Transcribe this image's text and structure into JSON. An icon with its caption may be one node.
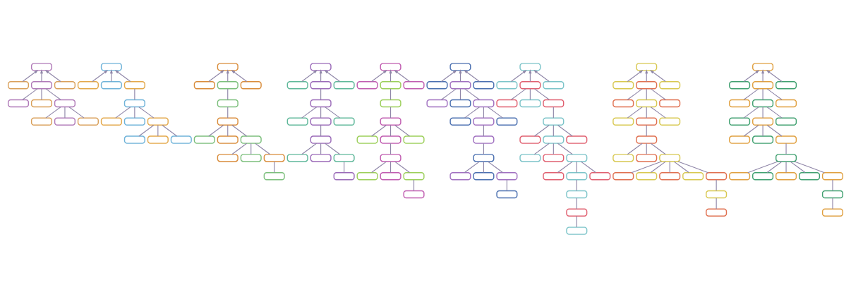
{
  "diagram": {
    "nodes": [
      {
        "text": [],
        "shape": "box"
      },
      {
        "text": [],
        "shape": "box"
      },
      {
        "text": [],
        "shape": "box"
      },
      {
        "text": [],
        "shape": "box"
      },
      {
        "text": [],
        "shape": "box"
      },
      {
        "text": [],
        "shape": "box"
      },
      {
        "text": [],
        "shape": "box"
      },
      {
        "text": [],
        "shape": "box"
      },
      {
        "text": [],
        "shape": "box"
      },
      {
        "text": [],
        "shape": "box"
      },
      {
        "text": [],
        "shape": "box"
      },
      {
        "text": [],
        "shape": "box"
      },
      {
        "text": [],
        "shape": "box"
      },
      {
        "text": [],
        "shape": "box"
      },
      {
        "text": [],
        "shape": "box"
      },
      {
        "text": [],
        "shape": "box"
      },
      {
        "text": [],
        "shape": "box"
      },
      {
        "text": [],
        "shape": "box"
      },
      {
        "text": [],
        "shape": "box"
      },
      {
        "text": [],
        "shape": "box"
      },
      {
        "text": [],
        "shape": "box"
      },
      {
        "text": [],
        "shape": "box"
      },
      {
        "text": [],
        "shape": "box"
      },
      {
        "text": [],
        "shape": "box"
      },
      {
        "text": [],
        "shape": "box"
      },
      {
        "text": [],
        "shape": "box"
      },
      {
        "text": [],
        "shape": "box"
      },
      {
        "text": [],
        "shape": "box"
      },
      {
        "text": [],
        "shape": "box"
      },
      {
        "text": [],
        "shape": "box"
      },
      {
        "text": [],
        "shape": "box"
      },
      {
        "text": [],
        "shape": "box"
      },
      {
        "text": [],
        "shape": "box"
      },
      {
        "text": [],
        "shape": "box"
      },
      {
        "text": [],
        "shape": "box"
      },
      {
        "text": [],
        "shape": "box"
      },
      {
        "text": [],
        "shape": "box"
      },
      {
        "text": [],
        "shape": "box"
      },
      {
        "text": [],
        "shape": "box"
      },
      {
        "text": [],
        "shape": "box"
      },
      {
        "text": [],
        "shape": "box"
      },
      {
        "text": [],
        "shape": "box"
      },
      {
        "text": [],
        "shape": "box"
      },
      {
        "text": [],
        "shape": "box"
      },
      {
        "text": [],
        "shape": "box"
      },
      {
        "text": [],
        "shape": "box"
      },
      {
        "text": [],
        "shape": "box"
      },
      {
        "text": [],
        "shape": "box"
      },
      {
        "text": [],
        "shape": "box"
      },
      {
        "text": [],
        "shape": "box"
      },
      {
        "text": [],
        "shape": "box"
      },
      {
        "text": [],
        "shape": "box"
      },
      {
        "text": [],
        "shape": "box"
      },
      {
        "text": [],
        "shape": "box"
      },
      {
        "text": [],
        "shape": "box"
      },
      {
        "text": [],
        "shape": "box"
      },
      {
        "text": [],
        "shape": "box"
      },
      {
        "text": [],
        "shape": "box"
      },
      {
        "text": [],
        "shape": "box"
      },
      {
        "text": [],
        "shape": "box"
      },
      {
        "text": [],
        "shape": "box"
      },
      {
        "text": [],
        "shape": "box"
      },
      {
        "text": [],
        "shape": "box"
      },
      {
        "text": [],
        "shape": "box"
      },
      {
        "text": [],
        "shape": "box"
      },
      {
        "text": [],
        "shape": "box"
      },
      {
        "text": [],
        "shape": "box"
      },
      {
        "text": [],
        "shape": "box"
      },
      {
        "text": [],
        "shape": "box"
      },
      {
        "text": [],
        "shape": "box"
      },
      {
        "text": [],
        "shape": "box"
      },
      {
        "text": [],
        "shape": "box"
      },
      {
        "text": [],
        "shape": "box"
      },
      {
        "text": [],
        "shape": "box"
      },
      {
        "text": [],
        "shape": "box"
      },
      {
        "text": [],
        "shape": "box"
      },
      {
        "text": [],
        "shape": "box"
      },
      {
        "text": [],
        "shape": "box"
      },
      {
        "text": [],
        "shape": "box"
      },
      {
        "text": [],
        "shape": "box"
      },
      {
        "text": [],
        "shape": "box"
      },
      {
        "text": [],
        "shape": "box"
      },
      {
        "text": [],
        "shape": "box"
      },
      {
        "text": [],
        "shape": "box"
      },
      {
        "text": [],
        "shape": "box"
      },
      {
        "text": [],
        "shape": "box"
      },
      {
        "text": [],
        "shape": "box"
      },
      {
        "text": [],
        "shape": "box"
      },
      {
        "text": [],
        "shape": "box"
      },
      {
        "text": [],
        "shape": "box"
      },
      {
        "text": [],
        "shape": "box"
      },
      {
        "text": [],
        "shape": "box"
      },
      {
        "text": [],
        "shape": "box"
      },
      {
        "text": [],
        "shape": "box"
      },
      {
        "text": [],
        "shape": "box"
      },
      {
        "text": [],
        "shape": "box"
      },
      {
        "text": [],
        "shape": "box"
      },
      {
        "text": [],
        "shape": "box"
      },
      {
        "text": [],
        "shape": "box"
      },
      {
        "text": [],
        "shape": "box"
      },
      {
        "text": [],
        "shape": "box"
      },
      {
        "text": [],
        "shape": "box"
      },
      {
        "text": [],
        "shape": "box"
      },
      {
        "text": [],
        "shape": "box"
      },
      {
        "text": [],
        "shape": "box"
      },
      {
        "text": [],
        "shape": "box"
      },
      {
        "text": [],
        "shape": "box"
      },
      {
        "text": [],
        "shape": "box"
      },
      {
        "text": [],
        "shape": "box"
      },
      {
        "text": [],
        "shape": "box"
      },
      {
        "text": [],
        "shape": "box"
      },
      {
        "text": [],
        "shape": "box"
      },
      {
        "text": [],
        "shape": "box"
      },
      {
        "text": [],
        "shape": "box"
      },
      {
        "text": [],
        "shape": "box"
      },
      {
        "text": [],
        "shape": "box"
      },
      {
        "text": [],
        "shape": "box"
      },
      {
        "text": [],
        "shape": "box"
      },
      {
        "text": [],
        "shape": "box"
      },
      {
        "text": [],
        "shape": "box"
      },
      {
        "text": [],
        "shape": "box"
      },
      {
        "text": [],
        "shape": "box"
      },
      {
        "text": [],
        "shape": "box"
      },
      {
        "text": [],
        "shape": "box"
      },
      {
        "text": [],
        "shape": "box"
      },
      {
        "text": [],
        "shape": "box"
      },
      {
        "text": [],
        "shape": "box"
      },
      {
        "text": [],
        "shape": "box"
      },
      {
        "text": [],
        "shape": "box"
      },
      {
        "text": [],
        "shape": "box"
      },
      {
        "text": [],
        "shape": "box"
      },
      {
        "text": [],
        "shape": "box"
      },
      {
        "text": [],
        "shape": "box"
      },
      {
        "text": [],
        "shape": "box"
      },
      {
        "text": [],
        "shape": "box"
      },
      {
        "text": [],
        "shape": "box"
      },
      {
        "text": [],
        "shape": "box"
      },
      {
        "text": [],
        "shape": "box"
      },
      {
        "text": [],
        "shape": "box"
      }
    ],
    "edges": [
      {
        "from": 1,
        "to": 0,
        "arrow": "to"
      },
      {
        "from": 2,
        "to": 0,
        "arrow": "to"
      },
      {
        "from": 3,
        "to": 0,
        "arrow": "to"
      },
      {
        "from": 4,
        "to": 2,
        "arrow": "none"
      },
      {
        "from": 5,
        "to": 2,
        "arrow": "none"
      },
      {
        "from": 6,
        "to": 2,
        "arrow": "none"
      },
      {
        "from": 7,
        "to": 6,
        "arrow": "none"
      },
      {
        "from": 8,
        "to": 6,
        "arrow": "none"
      },
      {
        "from": 9,
        "to": 6,
        "arrow": "none"
      },
      {
        "from": 11,
        "to": 10,
        "arrow": "to"
      },
      {
        "from": 12,
        "to": 10,
        "arrow": "to"
      },
      {
        "from": 13,
        "to": 10,
        "arrow": "to"
      },
      {
        "from": 14,
        "to": 13,
        "arrow": "none"
      },
      {
        "from": 15,
        "to": 14,
        "arrow": "none"
      },
      {
        "from": 16,
        "to": 14,
        "arrow": "none"
      },
      {
        "from": 17,
        "to": 14,
        "arrow": "none"
      },
      {
        "from": 18,
        "to": 17,
        "arrow": "none"
      },
      {
        "from": 19,
        "to": 17,
        "arrow": "none"
      },
      {
        "from": 20,
        "to": 17,
        "arrow": "none"
      },
      {
        "from": 22,
        "to": 21,
        "arrow": "to"
      },
      {
        "from": 23,
        "to": 21,
        "arrow": "to"
      },
      {
        "from": 24,
        "to": 21,
        "arrow": "to"
      },
      {
        "from": 25,
        "to": 23,
        "arrow": "none"
      },
      {
        "from": 26,
        "to": 25,
        "arrow": "none"
      },
      {
        "from": 27,
        "to": 26,
        "arrow": "none"
      },
      {
        "from": 28,
        "to": 26,
        "arrow": "none"
      },
      {
        "from": 29,
        "to": 26,
        "arrow": "none"
      },
      {
        "from": 30,
        "to": 29,
        "arrow": "none"
      },
      {
        "from": 31,
        "to": 29,
        "arrow": "none"
      },
      {
        "from": 32,
        "to": 29,
        "arrow": "none"
      },
      {
        "from": 33,
        "to": 32,
        "arrow": "none"
      },
      {
        "from": 35,
        "to": 34,
        "arrow": "to"
      },
      {
        "from": 36,
        "to": 34,
        "arrow": "to"
      },
      {
        "from": 37,
        "to": 34,
        "arrow": "to"
      },
      {
        "from": 38,
        "to": 36,
        "arrow": "none"
      },
      {
        "from": 39,
        "to": 38,
        "arrow": "none"
      },
      {
        "from": 40,
        "to": 38,
        "arrow": "none"
      },
      {
        "from": 41,
        "to": 38,
        "arrow": "none"
      },
      {
        "from": 42,
        "to": 40,
        "arrow": "none"
      },
      {
        "from": 43,
        "to": 42,
        "arrow": "none"
      },
      {
        "from": 44,
        "to": 42,
        "arrow": "none"
      },
      {
        "from": 45,
        "to": 42,
        "arrow": "none"
      },
      {
        "from": 46,
        "to": 45,
        "arrow": "none"
      },
      {
        "from": 48,
        "to": 47,
        "arrow": "to"
      },
      {
        "from": 49,
        "to": 47,
        "arrow": "to"
      },
      {
        "from": 50,
        "to": 47,
        "arrow": "to"
      },
      {
        "from": 51,
        "to": 49,
        "arrow": "none"
      },
      {
        "from": 52,
        "to": 51,
        "arrow": "none"
      },
      {
        "from": 53,
        "to": 52,
        "arrow": "none"
      },
      {
        "from": 54,
        "to": 52,
        "arrow": "none"
      },
      {
        "from": 55,
        "to": 52,
        "arrow": "none"
      },
      {
        "from": 56,
        "to": 54,
        "arrow": "none"
      },
      {
        "from": 57,
        "to": 56,
        "arrow": "none"
      },
      {
        "from": 58,
        "to": 56,
        "arrow": "none"
      },
      {
        "from": 59,
        "to": 56,
        "arrow": "none"
      },
      {
        "from": 60,
        "to": 59,
        "arrow": "none"
      },
      {
        "from": 62,
        "to": 61,
        "arrow": "to"
      },
      {
        "from": 63,
        "to": 61,
        "arrow": "to"
      },
      {
        "from": 64,
        "to": 61,
        "arrow": "to"
      },
      {
        "from": 65,
        "to": 63,
        "arrow": "none"
      },
      {
        "from": 66,
        "to": 63,
        "arrow": "none"
      },
      {
        "from": 67,
        "to": 63,
        "arrow": "none"
      },
      {
        "from": 68,
        "to": 67,
        "arrow": "none"
      },
      {
        "from": 69,
        "to": 67,
        "arrow": "none"
      },
      {
        "from": 70,
        "to": 67,
        "arrow": "none"
      },
      {
        "from": 71,
        "to": 69,
        "arrow": "none"
      },
      {
        "from": 72,
        "to": 71,
        "arrow": "none"
      },
      {
        "from": 73,
        "to": 72,
        "arrow": "none"
      },
      {
        "from": 74,
        "to": 72,
        "arrow": "none"
      },
      {
        "from": 75,
        "to": 72,
        "arrow": "none"
      },
      {
        "from": 76,
        "to": 75,
        "arrow": "none"
      },
      {
        "from": 78,
        "to": 77,
        "arrow": "to"
      },
      {
        "from": 79,
        "to": 77,
        "arrow": "to"
      },
      {
        "from": 80,
        "to": 77,
        "arrow": "to"
      },
      {
        "from": 81,
        "to": 79,
        "arrow": "none"
      },
      {
        "from": 82,
        "to": 79,
        "arrow": "none"
      },
      {
        "from": 83,
        "to": 79,
        "arrow": "none"
      },
      {
        "from": 84,
        "to": 83,
        "arrow": "none"
      },
      {
        "from": 85,
        "to": 84,
        "arrow": "none"
      },
      {
        "from": 86,
        "to": 84,
        "arrow": "none"
      },
      {
        "from": 87,
        "to": 84,
        "arrow": "none"
      },
      {
        "from": 88,
        "to": 86,
        "arrow": "none"
      },
      {
        "from": 89,
        "to": 86,
        "arrow": "none"
      },
      {
        "from": 90,
        "to": 86,
        "arrow": "none"
      },
      {
        "from": 91,
        "to": 90,
        "arrow": "none"
      },
      {
        "from": 92,
        "to": 90,
        "arrow": "none"
      },
      {
        "from": 93,
        "to": 90,
        "arrow": "none"
      },
      {
        "from": 94,
        "to": 92,
        "arrow": "none"
      },
      {
        "from": 95,
        "to": 94,
        "arrow": "none"
      },
      {
        "from": 96,
        "to": 95,
        "arrow": "none"
      },
      {
        "from": 98,
        "to": 97,
        "arrow": "to"
      },
      {
        "from": 99,
        "to": 97,
        "arrow": "to"
      },
      {
        "from": 100,
        "to": 97,
        "arrow": "to"
      },
      {
        "from": 101,
        "to": 99,
        "arrow": "none"
      },
      {
        "from": 102,
        "to": 99,
        "arrow": "none"
      },
      {
        "from": 103,
        "to": 99,
        "arrow": "none"
      },
      {
        "from": 104,
        "to": 102,
        "arrow": "none"
      },
      {
        "from": 105,
        "to": 102,
        "arrow": "none"
      },
      {
        "from": 106,
        "to": 102,
        "arrow": "none"
      },
      {
        "from": 107,
        "to": 105,
        "arrow": "none"
      },
      {
        "from": 108,
        "to": 107,
        "arrow": "none"
      },
      {
        "from": 109,
        "to": 107,
        "arrow": "none"
      },
      {
        "from": 110,
        "to": 107,
        "arrow": "none"
      },
      {
        "from": 111,
        "to": 110,
        "arrow": "none"
      },
      {
        "from": 112,
        "to": 110,
        "arrow": "none"
      },
      {
        "from": 113,
        "to": 110,
        "arrow": "none"
      },
      {
        "from": 114,
        "to": 110,
        "arrow": "none"
      },
      {
        "from": 115,
        "to": 110,
        "arrow": "none"
      },
      {
        "from": 116,
        "to": 115,
        "arrow": "none"
      },
      {
        "from": 117,
        "to": 116,
        "arrow": "none"
      },
      {
        "from": 119,
        "to": 118,
        "arrow": "to"
      },
      {
        "from": 120,
        "to": 118,
        "arrow": "to"
      },
      {
        "from": 121,
        "to": 118,
        "arrow": "to"
      },
      {
        "from": 122,
        "to": 120,
        "arrow": "none"
      },
      {
        "from": 123,
        "to": 120,
        "arrow": "none"
      },
      {
        "from": 124,
        "to": 120,
        "arrow": "none"
      },
      {
        "from": 125,
        "to": 123,
        "arrow": "none"
      },
      {
        "from": 126,
        "to": 123,
        "arrow": "none"
      },
      {
        "from": 127,
        "to": 123,
        "arrow": "none"
      },
      {
        "from": 128,
        "to": 126,
        "arrow": "none"
      },
      {
        "from": 129,
        "to": 126,
        "arrow": "none"
      },
      {
        "from": 130,
        "to": 126,
        "arrow": "none"
      },
      {
        "from": 131,
        "to": 130,
        "arrow": "none"
      },
      {
        "from": 132,
        "to": 131,
        "arrow": "none"
      },
      {
        "from": 133,
        "to": 131,
        "arrow": "none"
      },
      {
        "from": 134,
        "to": 131,
        "arrow": "none"
      },
      {
        "from": 135,
        "to": 131,
        "arrow": "none"
      },
      {
        "from": 136,
        "to": 131,
        "arrow": "none"
      },
      {
        "from": 137,
        "to": 136,
        "arrow": "none"
      },
      {
        "from": 138,
        "to": 137,
        "arrow": "none"
      }
    ]
  }
}
